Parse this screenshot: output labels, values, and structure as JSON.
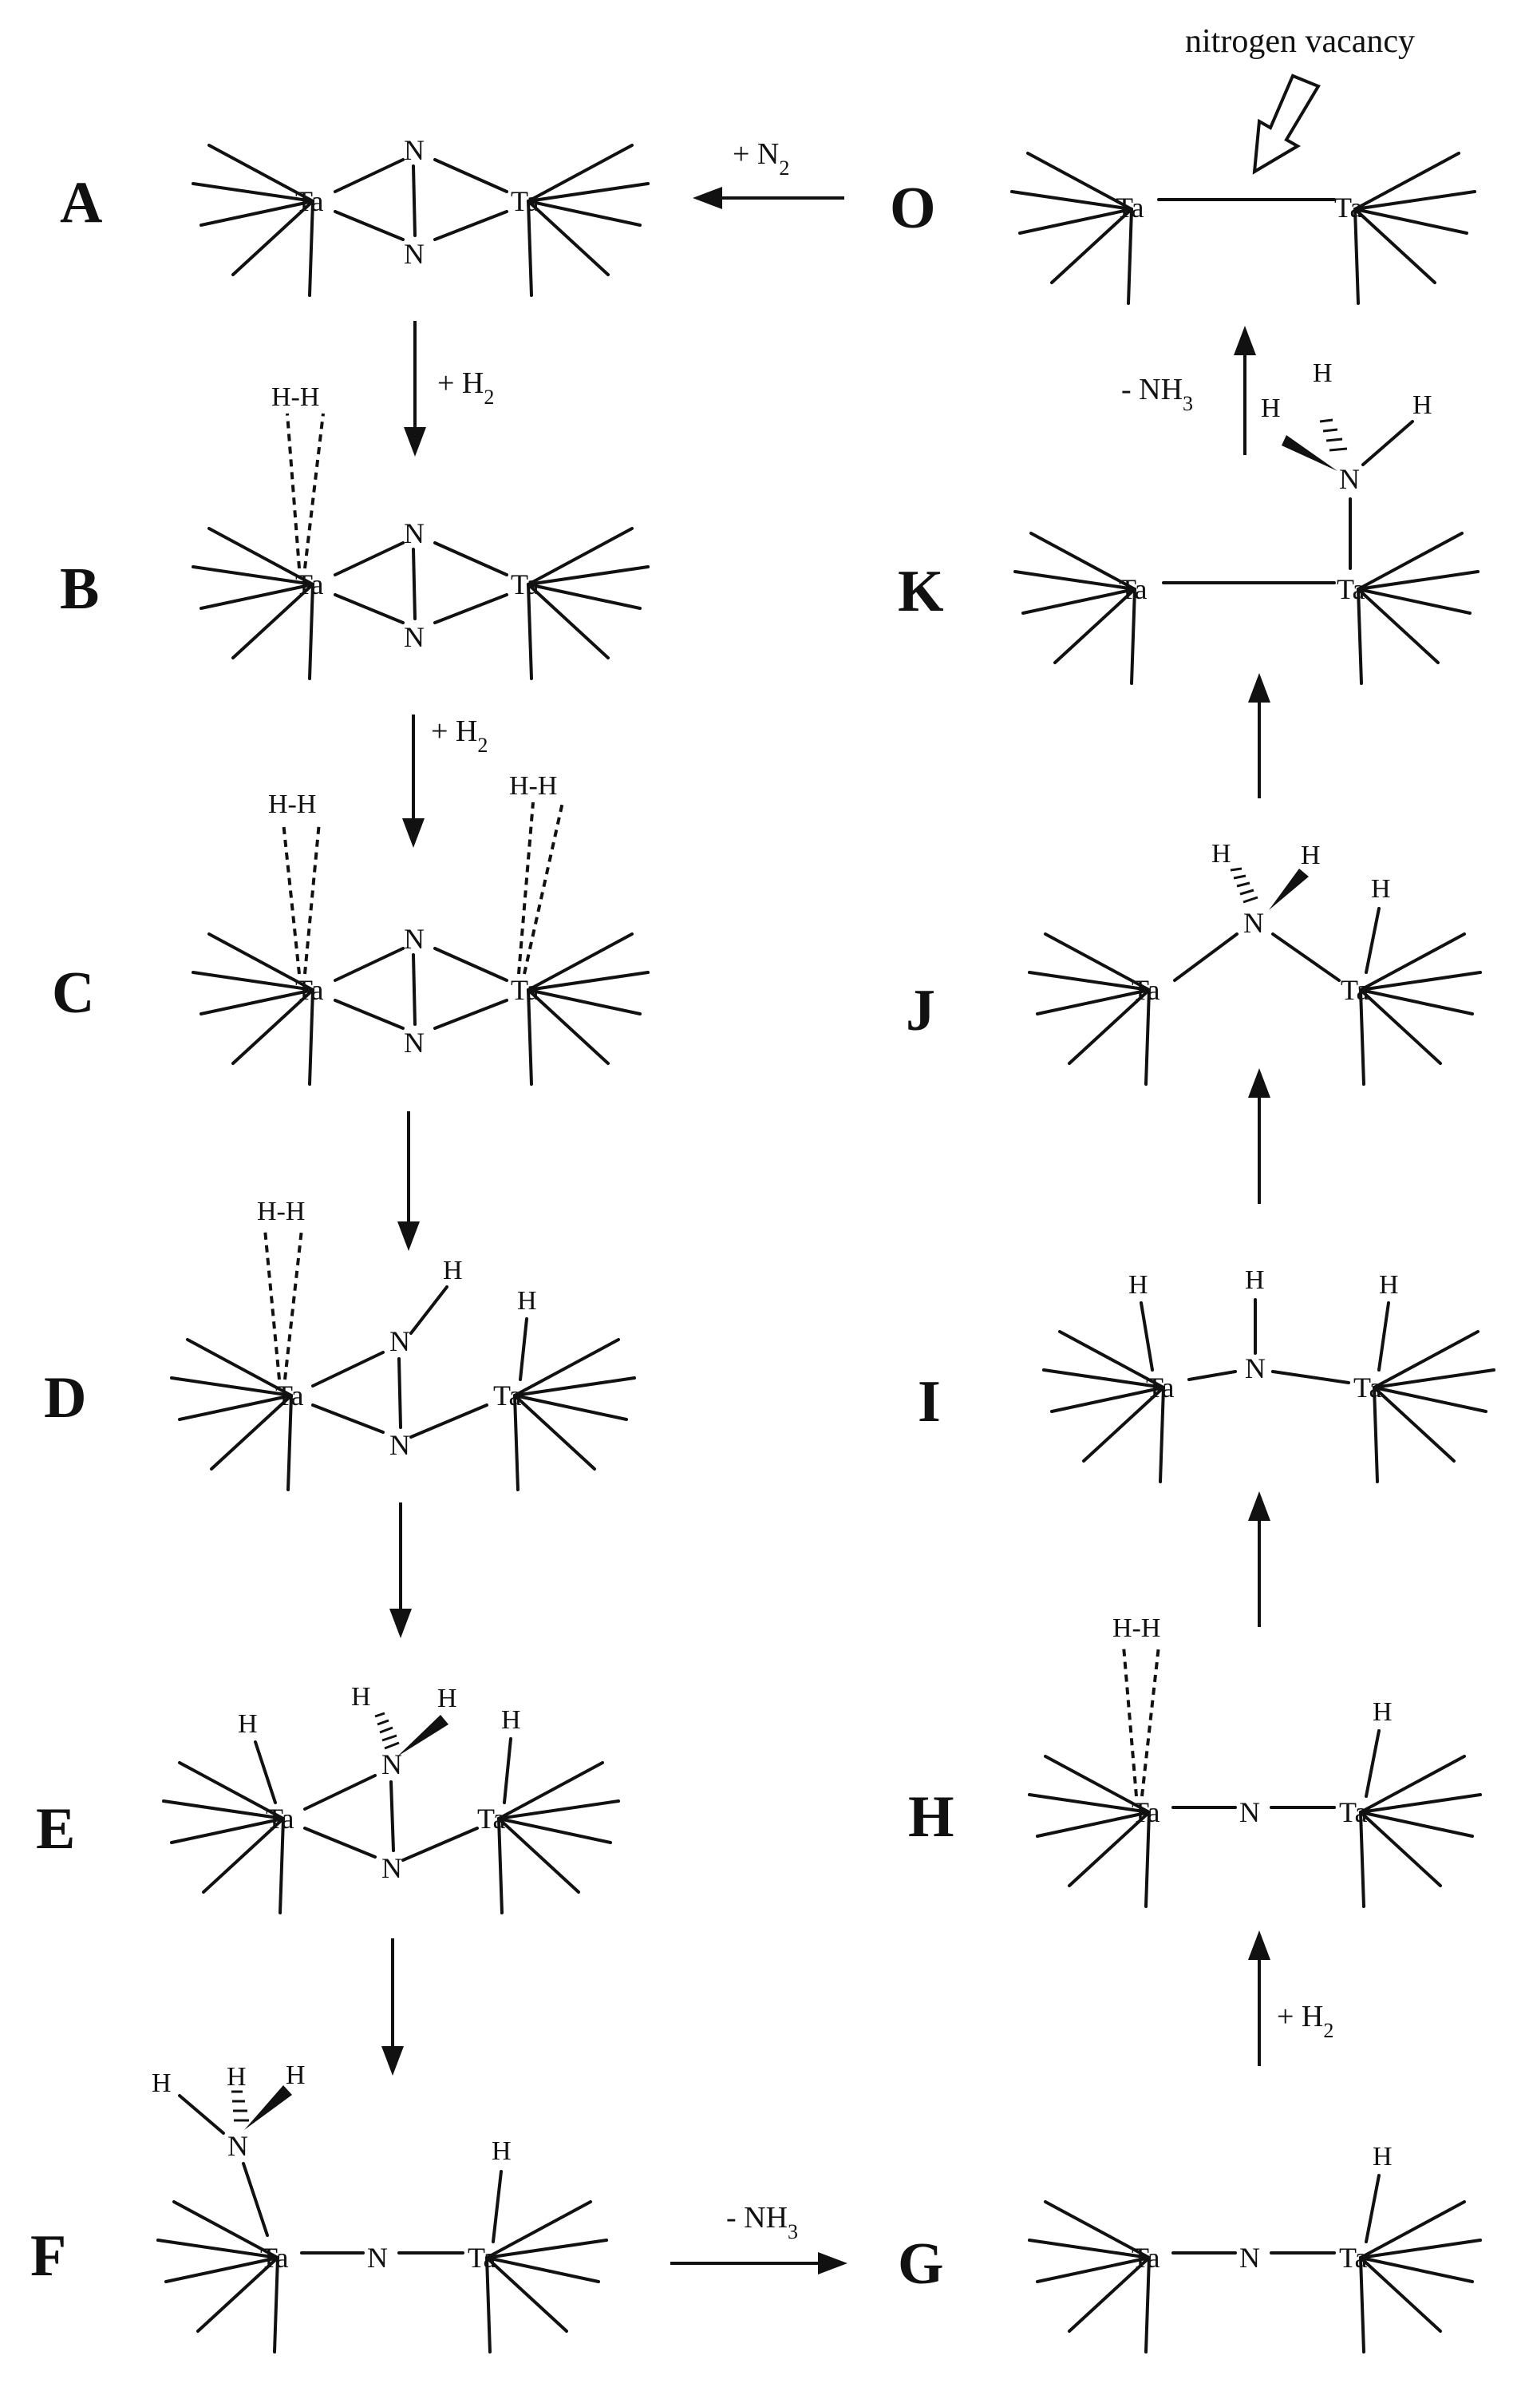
{
  "steps": {
    "A": "A",
    "B": "B",
    "C": "C",
    "D": "D",
    "E": "E",
    "F": "F",
    "G": "G",
    "H": "H",
    "I": "I",
    "J": "J",
    "K": "K",
    "O": "O"
  },
  "atoms": {
    "tantalum": "Ta",
    "nitrogen": "N",
    "hydrogen": "H",
    "dihydrogen": "H-H"
  },
  "reagents": {
    "plus_h2": "+ H",
    "minus_nh3": "- NH",
    "plus_n2": "+ N",
    "subscript_2": "2",
    "subscript_3": "3"
  },
  "annotation": "nitrogen vacancy"
}
